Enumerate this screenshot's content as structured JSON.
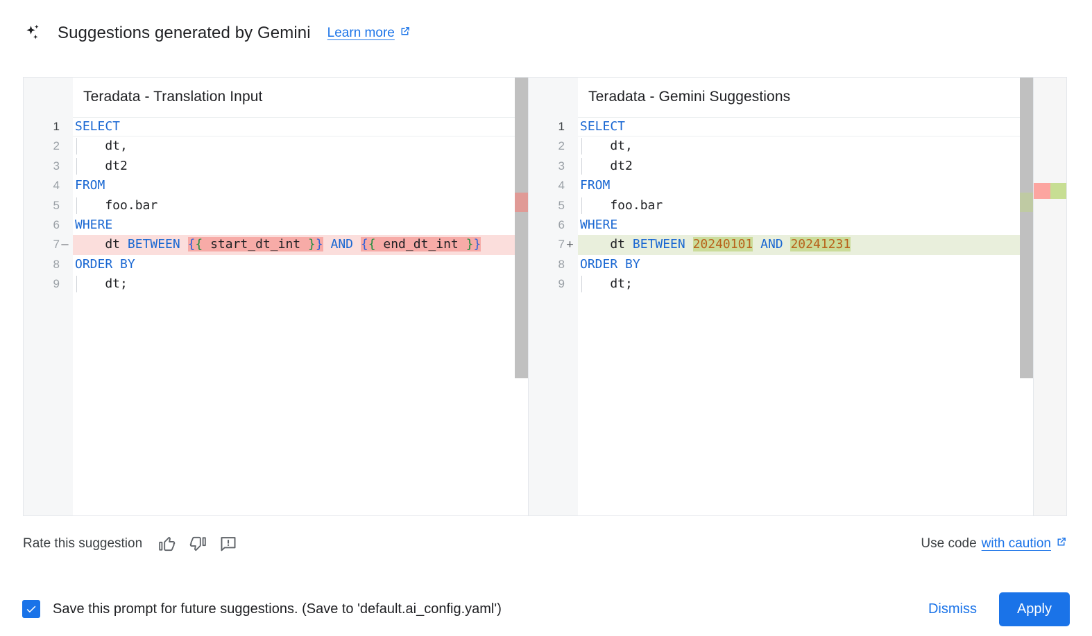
{
  "header": {
    "icon": "sparkle-icon",
    "title": "Suggestions generated by Gemini",
    "learn_more_label": "Learn more",
    "learn_more_icon": "external-link-icon"
  },
  "editor": {
    "left_pane": {
      "title": "Teradata - Translation Input",
      "lines": [
        {
          "num": "1",
          "marker": "",
          "diff": "none",
          "indent": false,
          "tokens": [
            {
              "t": "SELECT",
              "c": "kw"
            }
          ]
        },
        {
          "num": "2",
          "marker": "",
          "diff": "none",
          "indent": true,
          "tokens": [
            {
              "t": "    dt,",
              "c": "id"
            }
          ]
        },
        {
          "num": "3",
          "marker": "",
          "diff": "none",
          "indent": true,
          "tokens": [
            {
              "t": "    dt2",
              "c": "id"
            }
          ]
        },
        {
          "num": "4",
          "marker": "",
          "diff": "none",
          "indent": false,
          "tokens": [
            {
              "t": "FROM",
              "c": "kw"
            }
          ]
        },
        {
          "num": "5",
          "marker": "",
          "diff": "none",
          "indent": true,
          "tokens": [
            {
              "t": "    foo.bar",
              "c": "id"
            }
          ]
        },
        {
          "num": "6",
          "marker": "",
          "diff": "none",
          "indent": false,
          "tokens": [
            {
              "t": "WHERE",
              "c": "kw"
            }
          ]
        },
        {
          "num": "7",
          "marker": "—",
          "diff": "del",
          "indent": true,
          "tokens": [
            {
              "t": "    dt ",
              "c": "id"
            },
            {
              "t": "BETWEEN",
              "c": "kw"
            },
            {
              "t": " ",
              "c": "id"
            },
            {
              "t": "{",
              "c": "br1",
              "hl": "del"
            },
            {
              "t": "{",
              "c": "br2",
              "hl": "del"
            },
            {
              "t": " start_dt_int ",
              "c": "id",
              "hl": "del"
            },
            {
              "t": "}",
              "c": "br2",
              "hl": "del"
            },
            {
              "t": "}",
              "c": "br1",
              "hl": "del"
            },
            {
              "t": " ",
              "c": "id"
            },
            {
              "t": "AND",
              "c": "kw"
            },
            {
              "t": " ",
              "c": "id"
            },
            {
              "t": "{",
              "c": "br1",
              "hl": "del"
            },
            {
              "t": "{",
              "c": "br2",
              "hl": "del"
            },
            {
              "t": " end_dt_int ",
              "c": "id",
              "hl": "del"
            },
            {
              "t": "}",
              "c": "br2",
              "hl": "del"
            },
            {
              "t": "}",
              "c": "br1",
              "hl": "del"
            }
          ]
        },
        {
          "num": "8",
          "marker": "",
          "diff": "none",
          "indent": false,
          "tokens": [
            {
              "t": "ORDER BY",
              "c": "kw"
            }
          ]
        },
        {
          "num": "9",
          "marker": "",
          "diff": "none",
          "indent": true,
          "tokens": [
            {
              "t": "    dt;",
              "c": "id"
            }
          ]
        }
      ]
    },
    "right_pane": {
      "title": "Teradata - Gemini Suggestions",
      "lines": [
        {
          "num": "1",
          "marker": "",
          "diff": "none",
          "indent": false,
          "tokens": [
            {
              "t": "SELECT",
              "c": "kw"
            }
          ]
        },
        {
          "num": "2",
          "marker": "",
          "diff": "none",
          "indent": true,
          "tokens": [
            {
              "t": "    dt,",
              "c": "id"
            }
          ]
        },
        {
          "num": "3",
          "marker": "",
          "diff": "none",
          "indent": true,
          "tokens": [
            {
              "t": "    dt2",
              "c": "id"
            }
          ]
        },
        {
          "num": "4",
          "marker": "",
          "diff": "none",
          "indent": false,
          "tokens": [
            {
              "t": "FROM",
              "c": "kw"
            }
          ]
        },
        {
          "num": "5",
          "marker": "",
          "diff": "none",
          "indent": true,
          "tokens": [
            {
              "t": "    foo.bar",
              "c": "id"
            }
          ]
        },
        {
          "num": "6",
          "marker": "",
          "diff": "none",
          "indent": false,
          "tokens": [
            {
              "t": "WHERE",
              "c": "kw"
            }
          ]
        },
        {
          "num": "7",
          "marker": "+",
          "diff": "add",
          "indent": true,
          "tokens": [
            {
              "t": "    dt ",
              "c": "id"
            },
            {
              "t": "BETWEEN",
              "c": "kw"
            },
            {
              "t": " ",
              "c": "id"
            },
            {
              "t": "20240101",
              "c": "num",
              "hl": "add"
            },
            {
              "t": " ",
              "c": "id"
            },
            {
              "t": "AND",
              "c": "kw"
            },
            {
              "t": " ",
              "c": "id"
            },
            {
              "t": "20241231",
              "c": "num",
              "hl": "add"
            }
          ]
        },
        {
          "num": "8",
          "marker": "",
          "diff": "none",
          "indent": false,
          "tokens": [
            {
              "t": "ORDER BY",
              "c": "kw"
            }
          ]
        },
        {
          "num": "9",
          "marker": "",
          "diff": "none",
          "indent": true,
          "tokens": [
            {
              "t": "    dt;",
              "c": "id"
            }
          ]
        }
      ]
    }
  },
  "rate": {
    "label": "Rate this suggestion",
    "thumb_up_icon": "thumb-up-icon",
    "thumb_down_icon": "thumb-down-icon",
    "report_icon": "report-feedback-icon",
    "use_code_prefix": "Use code",
    "caution_label": "with caution",
    "caution_icon": "external-link-icon"
  },
  "footer": {
    "save_label": "Save this prompt for future suggestions. (Save to 'default.ai_config.yaml')",
    "save_checked": true,
    "dismiss_label": "Dismiss",
    "apply_label": "Apply"
  },
  "colors": {
    "accent": "#1a73e8",
    "keyword": "#1967d2",
    "number": "#b8631b",
    "diff_delete_line": "#fbdedc",
    "diff_delete_word": "#f7aba7",
    "diff_add_line": "#e9efdc",
    "diff_add_word": "#cbdc9a",
    "ruler_delete": "#fca5a0",
    "ruler_add": "#c7de93"
  }
}
